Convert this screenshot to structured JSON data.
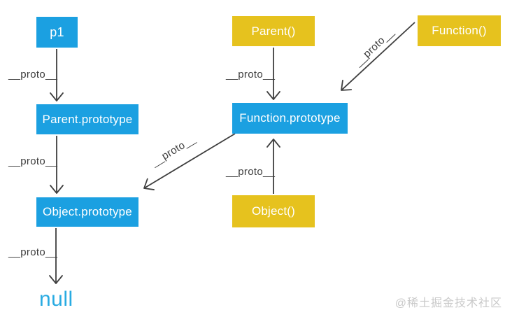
{
  "diagram": {
    "nodes": [
      {
        "id": "p1",
        "label": "p1",
        "kind": "instance",
        "color": "#1BA0E1"
      },
      {
        "id": "parent-fn",
        "label": "Parent()",
        "kind": "constructor",
        "color": "#E6C21E"
      },
      {
        "id": "function-fn",
        "label": "Function()",
        "kind": "constructor",
        "color": "#E6C21E"
      },
      {
        "id": "parent-prototype",
        "label": "Parent.prototype",
        "kind": "prototype",
        "color": "#1BA0E1"
      },
      {
        "id": "function-prototype",
        "label": "Function.prototype",
        "kind": "prototype",
        "color": "#1BA0E1"
      },
      {
        "id": "object-prototype",
        "label": "Object.prototype",
        "kind": "prototype",
        "color": "#1BA0E1"
      },
      {
        "id": "object-fn",
        "label": "Object()",
        "kind": "constructor",
        "color": "#E6C21E"
      },
      {
        "id": "null",
        "label": "null",
        "kind": "terminal",
        "color": "#29ABE2"
      }
    ],
    "edges": [
      {
        "from": "p1",
        "to": "parent-prototype",
        "label": "__proto__"
      },
      {
        "from": "parent-fn",
        "to": "function-prototype",
        "label": "__proto__"
      },
      {
        "from": "function-fn",
        "to": "function-prototype",
        "label": "__proto__"
      },
      {
        "from": "parent-prototype",
        "to": "object-prototype",
        "label": "__proto__"
      },
      {
        "from": "function-prototype",
        "to": "object-prototype",
        "label": "__proto__"
      },
      {
        "from": "object-fn",
        "to": "function-prototype",
        "label": "__proto__"
      },
      {
        "from": "object-prototype",
        "to": "null",
        "label": "__proto__"
      }
    ]
  },
  "colors": {
    "box_blue": "#1BA0E1",
    "box_yellow": "#E6C21E",
    "box_text": "#ffffff",
    "arrow": "#3f3f3f",
    "edge_label": "#3d3d3d",
    "null_text": "#29ABE2",
    "watermark": "#c9c9c9",
    "background": "#ffffff"
  },
  "watermark": {
    "text": "@稀土掘金技术社区"
  }
}
